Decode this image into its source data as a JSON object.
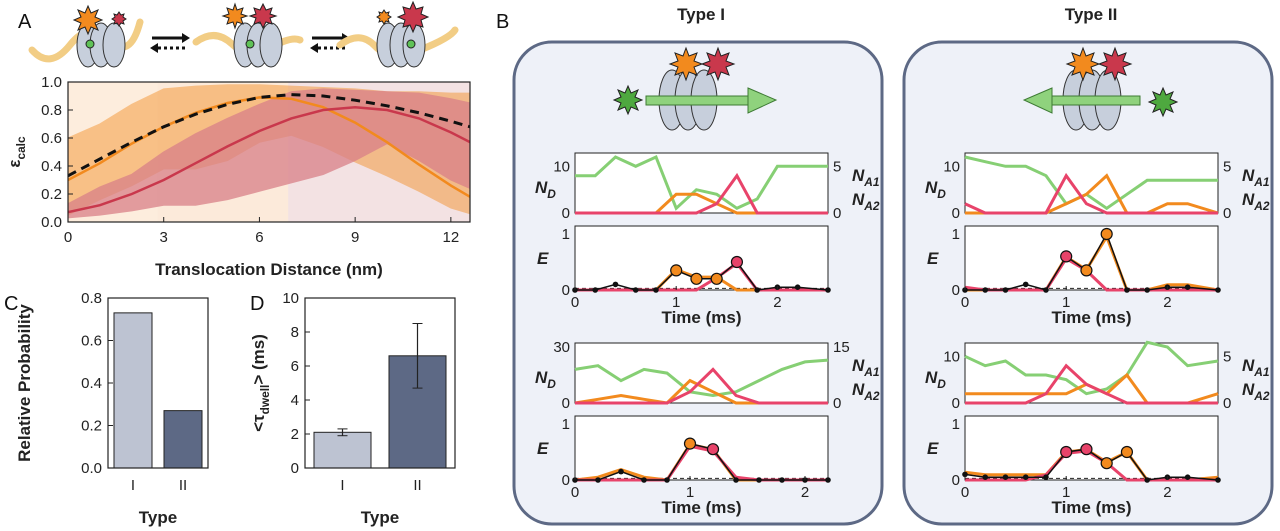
{
  "panel_labels": {
    "a": "A",
    "b": "B",
    "c": "C",
    "d": "D"
  },
  "colors": {
    "orange": "#f28a1e",
    "orange_light": "#fbd7b3",
    "red": "#c9384c",
    "red_fill": "#d98088",
    "green": "#86cf74",
    "pink": "#e8436a",
    "type1_bar": "#bdc3d2",
    "type2_bar": "#5d6985",
    "box_fill": "#eef1f8",
    "box_stroke": "#5d6985",
    "ring": "#bfc8d6"
  },
  "chart_data": [
    {
      "id": "A",
      "type": "area",
      "xlabel": "Translocation Distance (nm)",
      "ylabel_main": "ε",
      "ylabel_sub": "calc",
      "xlim": [
        0,
        12.6
      ],
      "ylim": [
        0,
        1.0
      ],
      "xticks": [
        0,
        3,
        6,
        9,
        12
      ],
      "xtick_labels": [
        "0",
        "3",
        "6",
        "9",
        "12"
      ],
      "yticks": [
        0,
        0.2,
        0.4,
        0.6,
        0.8,
        1.0
      ],
      "ytick_labels": [
        "0.0",
        "0.2",
        "0.4",
        "0.6",
        "0.8",
        "1.0"
      ],
      "boundaries": [
        2.8,
        6.9
      ],
      "series": [
        {
          "style": "dashed-black",
          "x": [
            0,
            1,
            2,
            3,
            4,
            5,
            6,
            7,
            8,
            9,
            10,
            11,
            12,
            12.6
          ],
          "y": [
            0.33,
            0.45,
            0.57,
            0.68,
            0.77,
            0.84,
            0.89,
            0.91,
            0.9,
            0.87,
            0.83,
            0.78,
            0.72,
            0.68
          ]
        },
        {
          "style": "orange",
          "x": [
            0,
            1,
            2,
            3,
            4,
            5,
            6,
            7,
            8,
            9,
            10,
            11,
            12,
            12.6
          ],
          "y": [
            0.3,
            0.42,
            0.56,
            0.68,
            0.78,
            0.85,
            0.89,
            0.88,
            0.82,
            0.71,
            0.57,
            0.41,
            0.26,
            0.18
          ],
          "upper": [
            0.6,
            0.7,
            0.84,
            0.95,
            0.97,
            0.98,
            0.98,
            0.97,
            0.96,
            0.95,
            0.93,
            0.93,
            0.92,
            0.92
          ],
          "lower": [
            0.05,
            0.16,
            0.26,
            0.38,
            0.38,
            0.44,
            0.57,
            0.62,
            0.54,
            0.43,
            0.33,
            0.22,
            0.1,
            0.06
          ]
        },
        {
          "style": "red",
          "x": [
            0,
            1,
            2,
            3,
            4,
            5,
            6,
            7,
            8,
            9,
            10,
            11,
            12,
            12.6
          ],
          "y": [
            0.07,
            0.12,
            0.2,
            0.3,
            0.42,
            0.54,
            0.65,
            0.74,
            0.8,
            0.82,
            0.8,
            0.74,
            0.64,
            0.57
          ],
          "upper": [
            0.13,
            0.25,
            0.34,
            0.5,
            0.63,
            0.74,
            0.84,
            0.93,
            0.95,
            0.94,
            0.93,
            0.92,
            0.88,
            0.85
          ],
          "lower": [
            0.03,
            0.05,
            0.08,
            0.12,
            0.12,
            0.16,
            0.22,
            0.28,
            0.34,
            0.44,
            0.56,
            0.44,
            0.3,
            0.24
          ]
        }
      ]
    },
    {
      "id": "C",
      "type": "bar",
      "xlabel": "Type",
      "ylabel": "Relative Probability",
      "categories": [
        "I",
        "II"
      ],
      "values": [
        0.73,
        0.27
      ],
      "ylim": [
        0,
        0.8
      ],
      "yticks": [
        0,
        0.2,
        0.4,
        0.6,
        0.8
      ],
      "ytick_labels": [
        "0.0",
        "0.2",
        "0.4",
        "0.6",
        "0.8"
      ]
    },
    {
      "id": "D",
      "type": "bar",
      "xlabel": "Type",
      "ylabel_left": "<",
      "ylabel_sym": "τ",
      "ylabel_sub": "dwell",
      "ylabel_right": "> (ms)",
      "categories": [
        "I",
        "II"
      ],
      "values": [
        2.1,
        6.6
      ],
      "errors": [
        0.2,
        1.9
      ],
      "ylim": [
        0,
        10
      ],
      "yticks": [
        0,
        2,
        4,
        6,
        8,
        10
      ],
      "ytick_labels": [
        "0",
        "2",
        "4",
        "6",
        "8",
        "10"
      ]
    },
    {
      "id": "B",
      "type": "line",
      "time_label": "Time (ms)",
      "nd_label": "N",
      "nd_sub": "D",
      "na1_label": "N",
      "na1_sub": "A1",
      "na2_label": "N",
      "na2_sub": "A2",
      "e_label": "E",
      "columns": [
        {
          "title": "Type I",
          "traces": [
            {
              "xlim": [
                0,
                2.5
              ],
              "xticks": [
                0,
                1,
                2
              ],
              "xtick_labels": [
                "0",
                "1",
                "2"
              ],
              "nd_max": 12,
              "nd_ticks": [
                0,
                10
              ],
              "nd_tick_labels": [
                "0",
                "10"
              ],
              "na_max": 6,
              "na_ticks": [
                0,
                5
              ],
              "na_tick_labels": [
                "0",
                "5"
              ],
              "t": [
                0,
                0.2,
                0.4,
                0.6,
                0.8,
                1.0,
                1.2,
                1.4,
                1.6,
                1.8,
                2.0,
                2.2,
                2.5
              ],
              "nd": [
                8,
                8,
                12,
                10,
                12,
                1,
                5,
                4,
                1,
                3,
                10,
                10,
                10
              ],
              "na1": [
                0,
                0,
                0,
                0,
                0,
                2,
                2,
                1,
                0,
                0,
                0,
                0,
                0
              ],
              "na2": [
                0,
                0,
                0,
                0,
                0,
                0,
                0,
                1,
                4,
                0,
                0,
                0,
                0
              ],
              "e": [
                0,
                0,
                0.1,
                0,
                0,
                0.35,
                0.2,
                0.2,
                0.5,
                0,
                0.05,
                0.05,
                0
              ],
              "e_orange": [
                1.0,
                1.2,
                1.4
              ],
              "e_red": [
                1.6
              ],
              "e_ylim": [
                0,
                1
              ],
              "e_ticks": [
                0,
                1
              ]
            },
            {
              "xlim": [
                0,
                2.2
              ],
              "xticks": [
                0,
                1,
                2
              ],
              "xtick_labels": [
                "0",
                "1",
                "2"
              ],
              "nd_max": 30,
              "nd_ticks": [
                0,
                30
              ],
              "nd_tick_labels": [
                "0",
                "30"
              ],
              "na_max": 15,
              "na_ticks": [
                0,
                15
              ],
              "na_tick_labels": [
                "0",
                "15"
              ],
              "t": [
                0,
                0.2,
                0.4,
                0.6,
                0.8,
                1.0,
                1.2,
                1.4,
                1.6,
                1.8,
                2.0,
                2.2
              ],
              "nd": [
                18,
                20,
                12,
                18,
                16,
                6,
                4,
                6,
                12,
                18,
                22,
                23
              ],
              "na1": [
                0,
                1,
                2,
                1,
                0,
                6,
                3,
                0,
                0,
                0,
                0,
                0
              ],
              "na2": [
                0,
                0,
                0,
                0,
                0,
                3,
                9,
                2,
                0,
                0,
                0,
                0
              ],
              "e": [
                0,
                0,
                0.15,
                0,
                0,
                0.65,
                0.55,
                0,
                0,
                0,
                0,
                0
              ],
              "e_orange": [
                1.0
              ],
              "e_red": [
                1.2
              ],
              "e_ylim": [
                0,
                1
              ],
              "e_ticks": [
                0,
                1
              ]
            }
          ]
        },
        {
          "title": "Type II",
          "traces": [
            {
              "xlim": [
                0,
                2.5
              ],
              "xticks": [
                0,
                1,
                2
              ],
              "xtick_labels": [
                "0",
                "1",
                "2"
              ],
              "nd_max": 12,
              "nd_ticks": [
                0,
                10
              ],
              "nd_tick_labels": [
                "0",
                "10"
              ],
              "na_max": 6,
              "na_ticks": [
                0,
                5
              ],
              "na_tick_labels": [
                "0",
                "5"
              ],
              "t": [
                0,
                0.2,
                0.4,
                0.6,
                0.8,
                1.0,
                1.2,
                1.4,
                1.6,
                1.8,
                2.0,
                2.2,
                2.5
              ],
              "nd": [
                12,
                11,
                10,
                10,
                8,
                2,
                4,
                1,
                4,
                7,
                7,
                7,
                7
              ],
              "na1": [
                0,
                0,
                0,
                0,
                0,
                1,
                2,
                4,
                0,
                0,
                1,
                1,
                0
              ],
              "na2": [
                1,
                0,
                0,
                0,
                0,
                4,
                1,
                0,
                0,
                0,
                0,
                0,
                0
              ],
              "e": [
                0,
                0,
                0,
                0.1,
                0,
                0.6,
                0.35,
                1.0,
                0,
                0,
                0.05,
                0.05,
                0
              ],
              "e_orange": [
                1.2,
                1.4
              ],
              "e_red": [
                1.0
              ],
              "e_ylim": [
                0,
                1
              ],
              "e_ticks": [
                0,
                1
              ]
            },
            {
              "xlim": [
                0,
                2.5
              ],
              "xticks": [
                0,
                1,
                2
              ],
              "xtick_labels": [
                "0",
                "1",
                "2"
              ],
              "nd_max": 12,
              "nd_ticks": [
                0,
                10
              ],
              "nd_tick_labels": [
                "0",
                "10"
              ],
              "na_max": 6,
              "na_ticks": [
                0,
                5
              ],
              "na_tick_labels": [
                "0",
                "5"
              ],
              "t": [
                0,
                0.2,
                0.4,
                0.6,
                0.8,
                1.0,
                1.2,
                1.4,
                1.6,
                1.8,
                2.0,
                2.2,
                2.5
              ],
              "nd": [
                10,
                8,
                9,
                6,
                6,
                5,
                2,
                3,
                6,
                13,
                12,
                8,
                9
              ],
              "na1": [
                1,
                1,
                1,
                1,
                1,
                1,
                2,
                1,
                3,
                0,
                0,
                0,
                1
              ],
              "na2": [
                0,
                0,
                0,
                0,
                1,
                4,
                2,
                1,
                0,
                0,
                0,
                0,
                0
              ],
              "e": [
                0.1,
                0.05,
                0.05,
                0.05,
                0.05,
                0.5,
                0.55,
                0.3,
                0.5,
                0,
                0.05,
                0.05,
                0
              ],
              "e_orange": [
                1.4,
                1.6
              ],
              "e_red": [
                1.0,
                1.2
              ],
              "e_ylim": [
                0,
                1
              ],
              "e_ticks": [
                0,
                1
              ]
            }
          ]
        }
      ]
    }
  ]
}
